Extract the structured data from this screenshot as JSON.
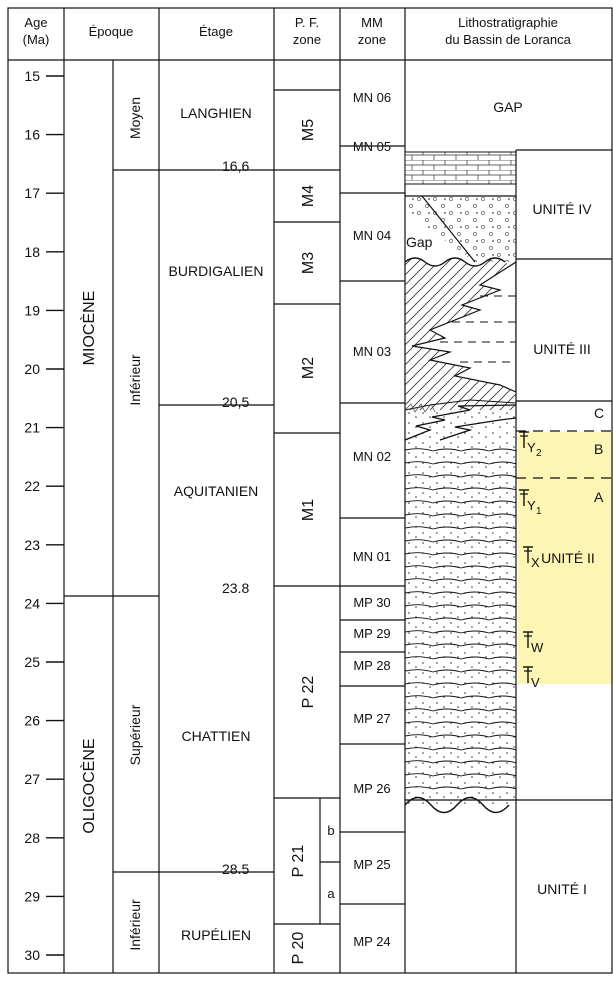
{
  "headers": {
    "age_line1": "Age",
    "age_line2": "(Ma)",
    "epoque": "Époque",
    "etage": "Étage",
    "pf_line1": "P. F.",
    "pf_line2": "zone",
    "mm_line1": "MM",
    "mm_line2": "zone",
    "litho_line1": "Lithostratigraphie",
    "litho_line2": "du Bassin de Loranca"
  },
  "age_ticks": [
    "15",
    "16",
    "17",
    "18",
    "19",
    "20",
    "21",
    "22",
    "23",
    "24",
    "25",
    "26",
    "27",
    "28",
    "29",
    "30"
  ],
  "epochs": {
    "miocene": "MIOCÈNE",
    "oligocene": "OLIGOCÈNE"
  },
  "subepochs": {
    "moyen": "Moyen",
    "inferieur_miocene": "Inférieur",
    "superieur": "Supérieur",
    "inferieur_oligocene": "Inférieur"
  },
  "stages": {
    "langhien": "LANGHIEN",
    "burdigalien": "BURDIGALIEN",
    "aquitanien": "AQUITANIEN",
    "chattien": "CHATTIEN",
    "rupelien": "RUPÉLIEN"
  },
  "boundary_ages": {
    "b1": "16,6",
    "b2": "20,5",
    "b3": "23.8",
    "b4": "28.5"
  },
  "pf_zones": {
    "m5": "M5",
    "m4": "M4",
    "m3": "M3",
    "m2": "M2",
    "m1": "M1",
    "p22": "P 22",
    "p21": "P 21",
    "p21b": "b",
    "p21a": "a",
    "p20": "P 20"
  },
  "mm_zones": [
    "MN 06",
    "MN 05",
    "MN 04",
    "MN 03",
    "MN 02",
    "MN 01",
    "MP 30",
    "MP 29",
    "MP 28",
    "MP 27",
    "MP 26",
    "MP 25",
    "MP 24"
  ],
  "litho": {
    "gap_top": "GAP",
    "gap_inner": "Gap",
    "unite4": "UNITÉ IV",
    "unite3": "UNITÉ III",
    "unite2": "UNITÉ II",
    "unite1": "UNITÉ I",
    "sub_c": "C",
    "sub_b": "B",
    "sub_a": "A",
    "markers": [
      {
        "letter": "Y",
        "sub": "2"
      },
      {
        "letter": "Y",
        "sub": "1"
      },
      {
        "letter": "X",
        "sub": ""
      },
      {
        "letter": "W",
        "sub": ""
      },
      {
        "letter": "V",
        "sub": ""
      }
    ]
  },
  "colors": {
    "highlight": "#fdf5b3",
    "line": "#111111"
  }
}
